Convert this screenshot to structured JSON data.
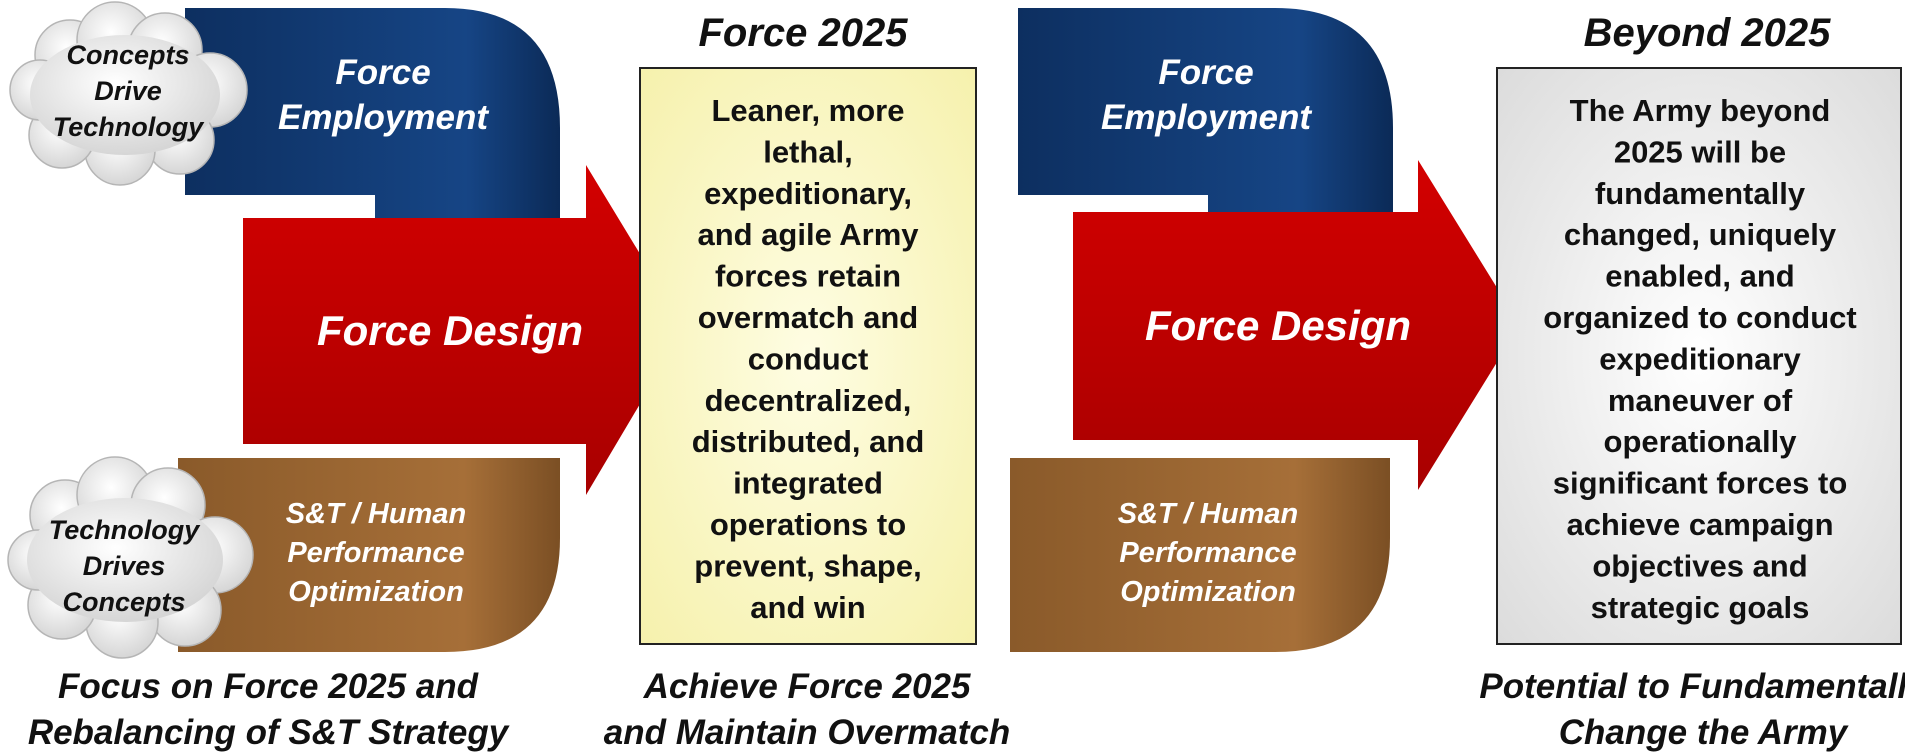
{
  "left_group": {
    "cloud_top": [
      "Concepts",
      "Drive",
      "Technology"
    ],
    "force_employment": [
      "Force",
      "Employment"
    ],
    "force_design": "Force Design",
    "st": [
      "S&T / Human",
      "Performance",
      "Optimization"
    ],
    "cloud_bottom": [
      "Technology",
      "Drives",
      "Concepts"
    ],
    "caption": [
      "Focus on Force 2025 and",
      "Rebalancing of S&T Strategy"
    ]
  },
  "force2025": {
    "title": "Force 2025",
    "box_lines": [
      "Leaner, more",
      "lethal,",
      "expeditionary,",
      "and agile Army",
      "forces retain",
      "overmatch and",
      "conduct",
      "decentralized,",
      "distributed, and",
      "integrated",
      "operations to",
      "prevent, shape,",
      "and win"
    ],
    "caption": [
      "Achieve Force 2025",
      "and Maintain Overmatch"
    ]
  },
  "right_group": {
    "force_employment": [
      "Force",
      "Employment"
    ],
    "force_design": "Force Design",
    "st": [
      "S&T / Human",
      "Performance",
      "Optimization"
    ]
  },
  "beyond2025": {
    "title": "Beyond 2025",
    "box_lines": [
      "The Army beyond",
      "2025 will be",
      "fundamentally",
      "changed, uniquely",
      "enabled, and",
      "organized to conduct",
      "expeditionary",
      "maneuver of",
      "operationally",
      "significant forces to",
      "achieve campaign",
      "objectives and",
      "strategic goals"
    ],
    "caption": [
      "Potential to Fundamentally",
      "Change the Army"
    ]
  },
  "colors": {
    "navy": "#123a73",
    "red": "#c00000",
    "brown": "#9a6632",
    "yellow_box": "#fbf8c6",
    "grey_box": "#ececec"
  }
}
